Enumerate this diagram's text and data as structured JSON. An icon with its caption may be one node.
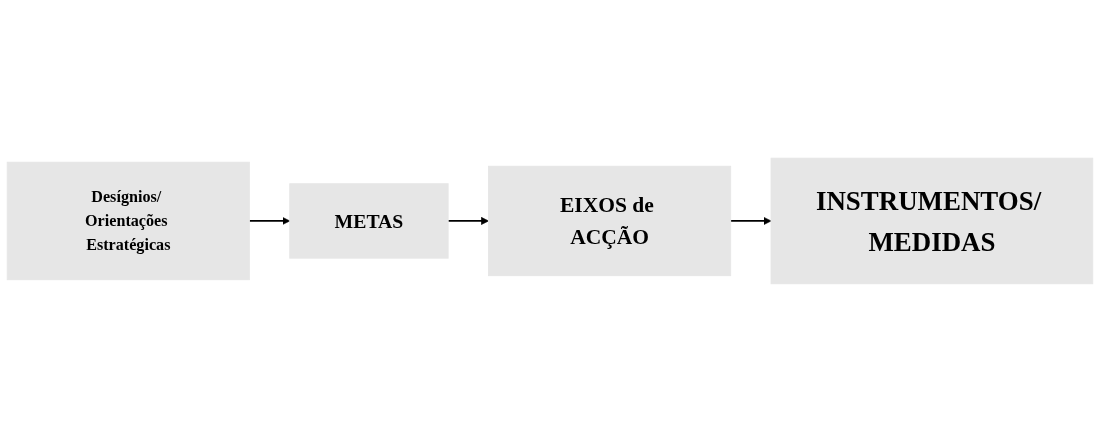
{
  "diagram": {
    "nodes": [
      {
        "text": [
          "Desígnios/ Orientações Estratégicas"
        ]
      },
      {
        "text": [
          "METAS"
        ]
      },
      {
        "text": [
          "EIXOS de ACÇÃO"
        ]
      },
      {
        "text": [
          "INSTRUMENTOS/ MEDIDAS"
        ]
      }
    ],
    "edges": [
      {
        "from": 0,
        "to": 1,
        "arrow": "to"
      },
      {
        "from": 1,
        "to": 2,
        "arrow": "to"
      },
      {
        "from": 2,
        "to": 3,
        "arrow": "to"
      }
    ]
  }
}
